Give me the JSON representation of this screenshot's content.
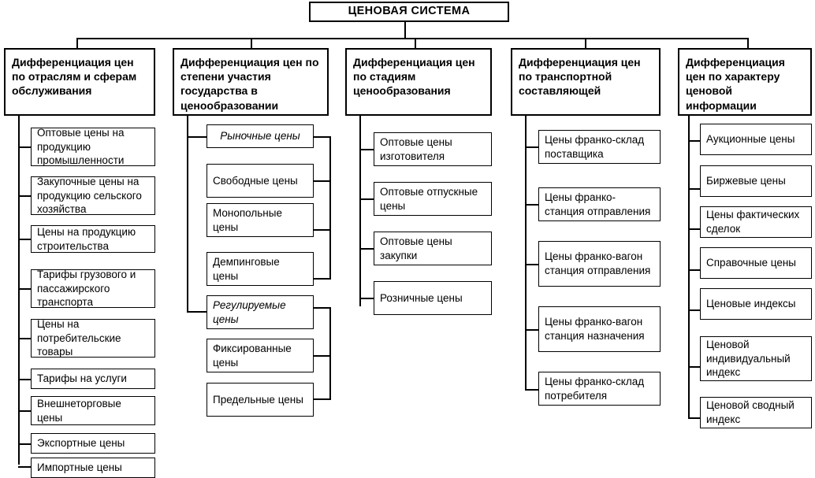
{
  "diagram": {
    "title": "ЦЕНОВАЯ СИСТЕМА",
    "type": "hierarchical-tree",
    "language": "ru",
    "colors": {
      "background": "#ffffff",
      "line": "#000000",
      "text": "#000000",
      "box_fill": "#ffffff"
    },
    "branches": [
      {
        "id": "branch-industries",
        "header": "Дифференциация цен по отраслям и сферам обслуживания",
        "items": [
          {
            "label": "Оптовые цены на продукцию промышленности",
            "style": "normal"
          },
          {
            "label": "Закупочные цены на продукцию сельского хозяйства",
            "style": "normal"
          },
          {
            "label": "Цены на продукцию строительства",
            "style": "normal"
          },
          {
            "label": "Тарифы грузового и пассажирского транспорта",
            "style": "normal"
          },
          {
            "label": "Цены на потребительские товары",
            "style": "normal"
          },
          {
            "label": "Тарифы на услуги",
            "style": "normal"
          },
          {
            "label": "Внешнеторговые цены",
            "style": "normal"
          },
          {
            "label": "Экспортные цены",
            "style": "normal"
          },
          {
            "label": "Импортные цены",
            "style": "normal"
          }
        ]
      },
      {
        "id": "branch-state-participation",
        "header": "Дифференциация цен по степени участия государства в ценообразовании",
        "items": [
          {
            "label": "Рыночные цены",
            "style": "italic",
            "role": "group"
          },
          {
            "label": "Свободные цены",
            "style": "normal",
            "role": "child"
          },
          {
            "label": "Монопольные цены",
            "style": "normal",
            "role": "child"
          },
          {
            "label": "Демпинговые цены",
            "style": "normal",
            "role": "child"
          },
          {
            "label": "Регулируемые цены",
            "style": "italic",
            "role": "group"
          },
          {
            "label": "Фиксированные цены",
            "style": "normal",
            "role": "child"
          },
          {
            "label": "Предельные цены",
            "style": "normal",
            "role": "child"
          }
        ]
      },
      {
        "id": "branch-pricing-stages",
        "header": "Дифференциация цен по стадиям ценообразования",
        "items": [
          {
            "label": "Оптовые цены изготовителя",
            "style": "normal"
          },
          {
            "label": "Оптовые отпускные цены",
            "style": "normal"
          },
          {
            "label": "Оптовые цены закупки",
            "style": "normal"
          },
          {
            "label": "Розничные цены",
            "style": "normal"
          }
        ]
      },
      {
        "id": "branch-transport-component",
        "header": "Дифференциация цен по транспортной составляющей",
        "items": [
          {
            "label": "Цены франко-склад поставщика",
            "style": "normal"
          },
          {
            "label": "Цены франко-станция отправления",
            "style": "normal"
          },
          {
            "label": "Цены франко-вагон станция отправления",
            "style": "normal"
          },
          {
            "label": "Цены франко-вагон станция назначения",
            "style": "normal"
          },
          {
            "label": "Цены франко-склад потребителя",
            "style": "normal"
          }
        ]
      },
      {
        "id": "branch-price-information",
        "header": "Дифференциация цен по характеру ценовой информации",
        "items": [
          {
            "label": "Аукционные цены",
            "style": "normal"
          },
          {
            "label": "Биржевые цены",
            "style": "normal"
          },
          {
            "label": "Цены фактических сделок",
            "style": "normal"
          },
          {
            "label": "Справочные цены",
            "style": "normal"
          },
          {
            "label": "Ценовые индексы",
            "style": "normal"
          },
          {
            "label": "Ценовой индивидуальный индекс",
            "style": "normal"
          },
          {
            "label": "Ценовой сводный индекс",
            "style": "normal"
          }
        ]
      }
    ]
  }
}
